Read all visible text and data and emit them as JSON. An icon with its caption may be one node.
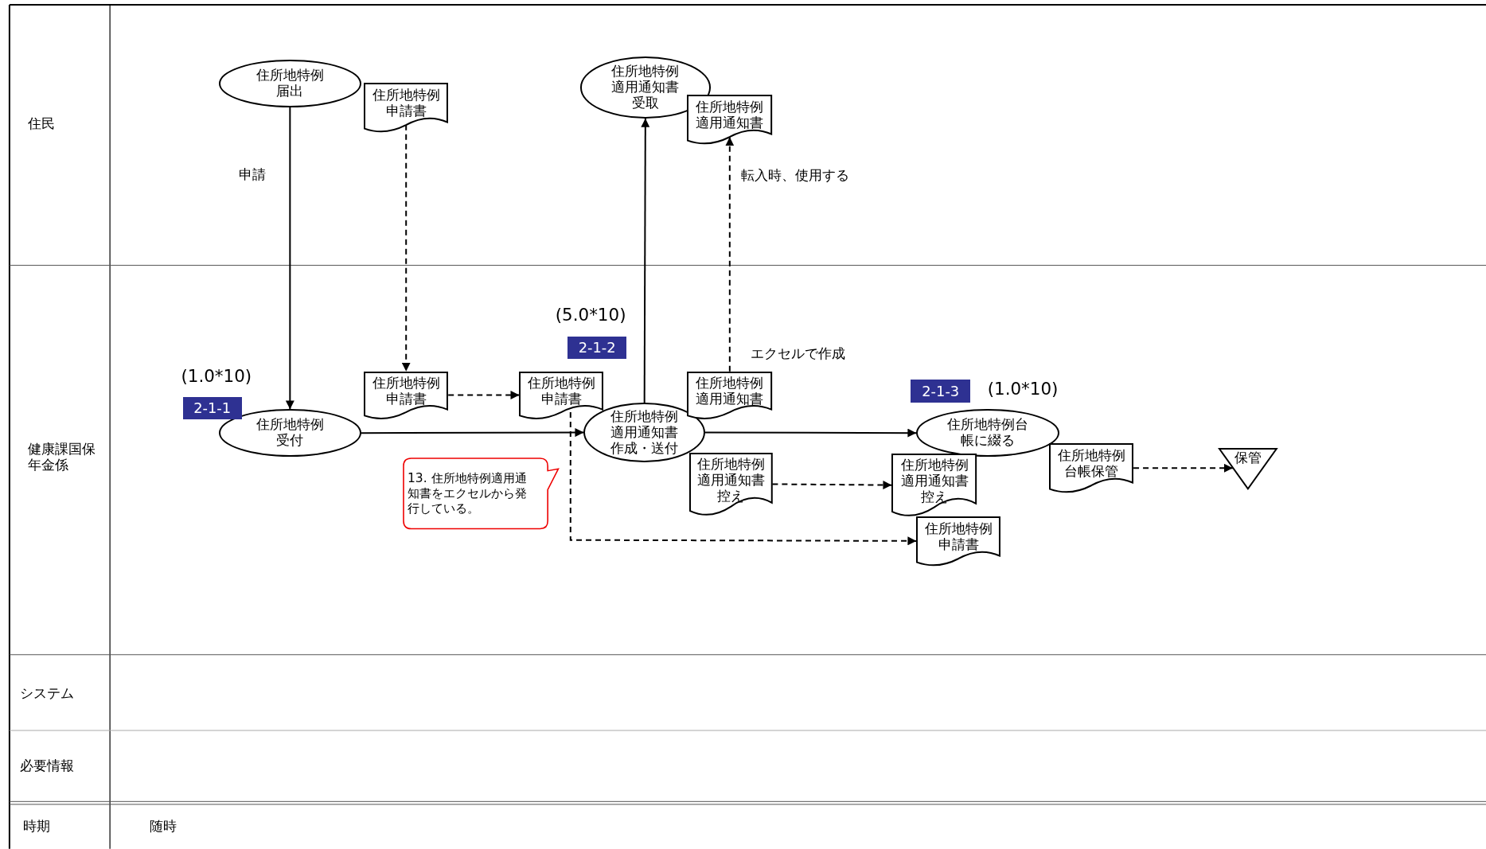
{
  "diagram": {
    "nodes": [
      {
        "text": [
          "住所地特例届出"
        ]
      },
      {
        "text": [
          "住所地特例申請書"
        ]
      },
      {
        "text": [
          "住所地特例適用通知書受取"
        ]
      },
      {
        "text": [
          "住所地特例適用通知書"
        ]
      },
      {
        "text": [
          "住所地特例申請書"
        ]
      },
      {
        "text": [
          "住所地特例受付"
        ]
      },
      {
        "text": [
          "住所地特例申請書"
        ]
      },
      {
        "text": [
          "住所地特例適用通知書作成・送付"
        ]
      },
      {
        "text": [
          "住所地特例適用通知書"
        ],
        "beside": [
          "エクセルで作成"
        ]
      },
      {
        "text": [
          "住所地特例適用通知書控え"
        ]
      },
      {
        "text": [
          "住所地特例台帳に綴る"
        ]
      },
      {
        "text": [
          "住所地特例適用通知書控え"
        ]
      },
      {
        "text": [
          "住所地特例台帳保管"
        ]
      },
      {
        "text": [
          "保管"
        ]
      },
      {
        "text": [
          "住所地特例申請書"
        ]
      },
      {
        "text": [
          "13. 住所地特例適用通知書をエクセルから発行している。"
        ]
      },
      {
        "text": [
          "2-1-1"
        ],
        "beside": [
          "(1.0*10)"
        ]
      },
      {
        "text": [
          "2-1-2"
        ],
        "beside": [
          "(5.0*10)"
        ]
      },
      {
        "text": [
          "2-1-3"
        ],
        "beside": [
          "(1.0*10)"
        ]
      }
    ],
    "edges": [
      {
        "from": 0,
        "to": 5,
        "arrow": "to",
        "label": "申請"
      },
      {
        "from": 1,
        "to": 4,
        "arrow": "to",
        "style": "dashed"
      },
      {
        "from": 4,
        "to": 6,
        "arrow": "to",
        "style": "dashed"
      },
      {
        "from": 5,
        "to": 7,
        "arrow": "to"
      },
      {
        "from": 7,
        "to": 2,
        "arrow": "to"
      },
      {
        "from": 8,
        "to": 3,
        "arrow": "to",
        "style": "dashed",
        "label": "転入時、使用する"
      },
      {
        "from": 7,
        "to": 10,
        "arrow": "to"
      },
      {
        "from": 9,
        "to": 11,
        "arrow": "to",
        "style": "dashed"
      },
      {
        "from": 12,
        "to": 13,
        "arrow": "to",
        "style": "dashed"
      },
      {
        "from": 6,
        "to": 14,
        "arrow": "to",
        "style": "dashed"
      }
    ],
    "labels": [
      "住民",
      "健康課国保年金係",
      "システム",
      "必要情報",
      "時期",
      "随時"
    ]
  }
}
